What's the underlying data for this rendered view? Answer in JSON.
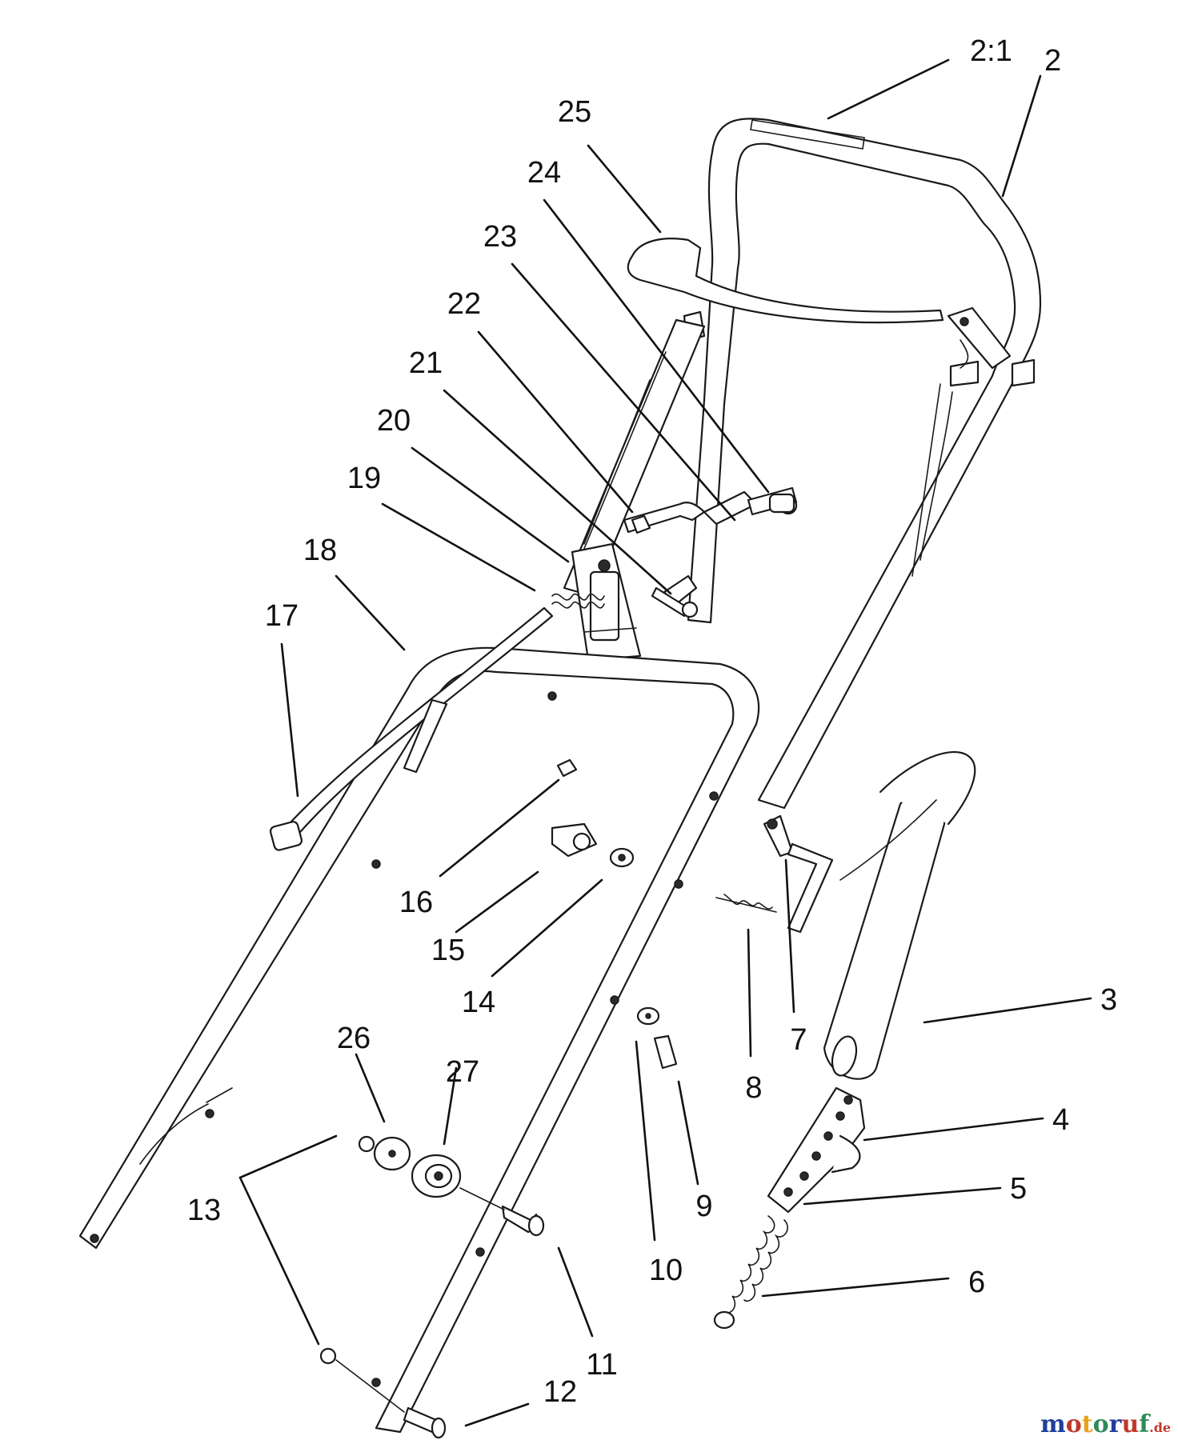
{
  "callouts": [
    {
      "id": "c-2-1",
      "label": "2:1"
    },
    {
      "id": "c-2",
      "label": "2"
    },
    {
      "id": "c-3",
      "label": "3"
    },
    {
      "id": "c-4",
      "label": "4"
    },
    {
      "id": "c-5",
      "label": "5"
    },
    {
      "id": "c-6",
      "label": "6"
    },
    {
      "id": "c-7",
      "label": "7"
    },
    {
      "id": "c-8",
      "label": "8"
    },
    {
      "id": "c-9",
      "label": "9"
    },
    {
      "id": "c-10",
      "label": "10"
    },
    {
      "id": "c-11",
      "label": "11"
    },
    {
      "id": "c-12",
      "label": "12"
    },
    {
      "id": "c-13",
      "label": "13"
    },
    {
      "id": "c-14",
      "label": "14"
    },
    {
      "id": "c-15",
      "label": "15"
    },
    {
      "id": "c-16",
      "label": "16"
    },
    {
      "id": "c-17",
      "label": "17"
    },
    {
      "id": "c-18",
      "label": "18"
    },
    {
      "id": "c-19",
      "label": "19"
    },
    {
      "id": "c-20",
      "label": "20"
    },
    {
      "id": "c-21",
      "label": "21"
    },
    {
      "id": "c-22",
      "label": "22"
    },
    {
      "id": "c-23",
      "label": "23"
    },
    {
      "id": "c-24",
      "label": "24"
    },
    {
      "id": "c-25",
      "label": "25"
    },
    {
      "id": "c-26",
      "label": "26"
    },
    {
      "id": "c-27",
      "label": "27"
    }
  ],
  "watermark": {
    "brand": "motoruf",
    "suffix": ".de",
    "colors": [
      "#1f3f9a",
      "#c0392b",
      "#e6a21a",
      "#2e8b57",
      "#1f3f9a",
      "#c0392b",
      "#2e8b57"
    ]
  }
}
